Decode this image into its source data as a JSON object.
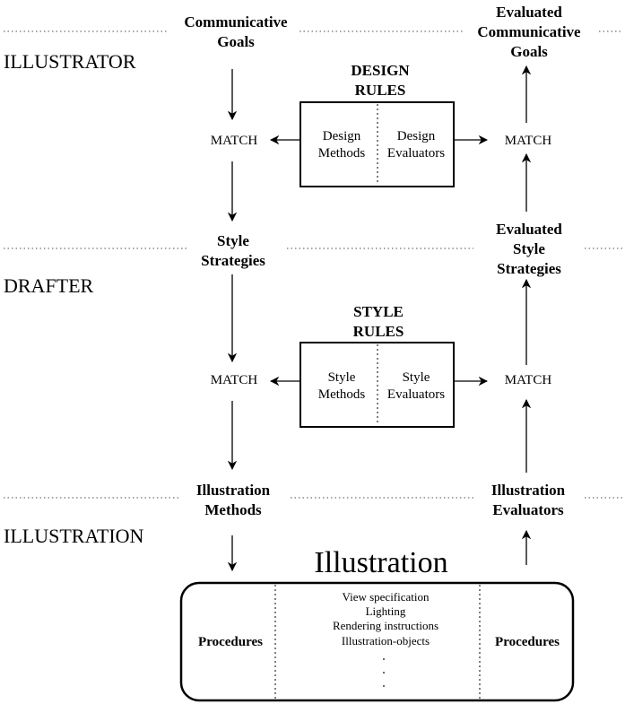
{
  "layers": {
    "illustrator": "ILLUSTRATOR",
    "drafter": "DRAFTER",
    "illustration": "ILLUSTRATION"
  },
  "nodes": {
    "communicative_goals": [
      "Communicative",
      "Goals"
    ],
    "evaluated_communicative_goals": [
      "Evaluated",
      "Communicative",
      "Goals"
    ],
    "style_strategies": [
      "Style",
      "Strategies"
    ],
    "evaluated_style_strategies": [
      "Evaluated",
      "Style",
      "Strategies"
    ],
    "illustration_methods": [
      "Illustration",
      "Methods"
    ],
    "illustration_evaluators": [
      "Illustration",
      "Evaluators"
    ],
    "match": "MATCH"
  },
  "design_rules": {
    "title": [
      "DESIGN",
      "RULES"
    ],
    "methods": [
      "Design",
      "Methods"
    ],
    "evaluators": [
      "Design",
      "Evaluators"
    ]
  },
  "style_rules": {
    "title": [
      "STYLE",
      "RULES"
    ],
    "methods": [
      "Style",
      "Methods"
    ],
    "evaluators": [
      "Style",
      "Evaluators"
    ]
  },
  "illustration_box": {
    "title": "Illustration",
    "left": "Procedures",
    "right": "Procedures",
    "items": [
      "View specification",
      "Lighting",
      "Rendering instructions",
      "Illustration-objects"
    ]
  }
}
